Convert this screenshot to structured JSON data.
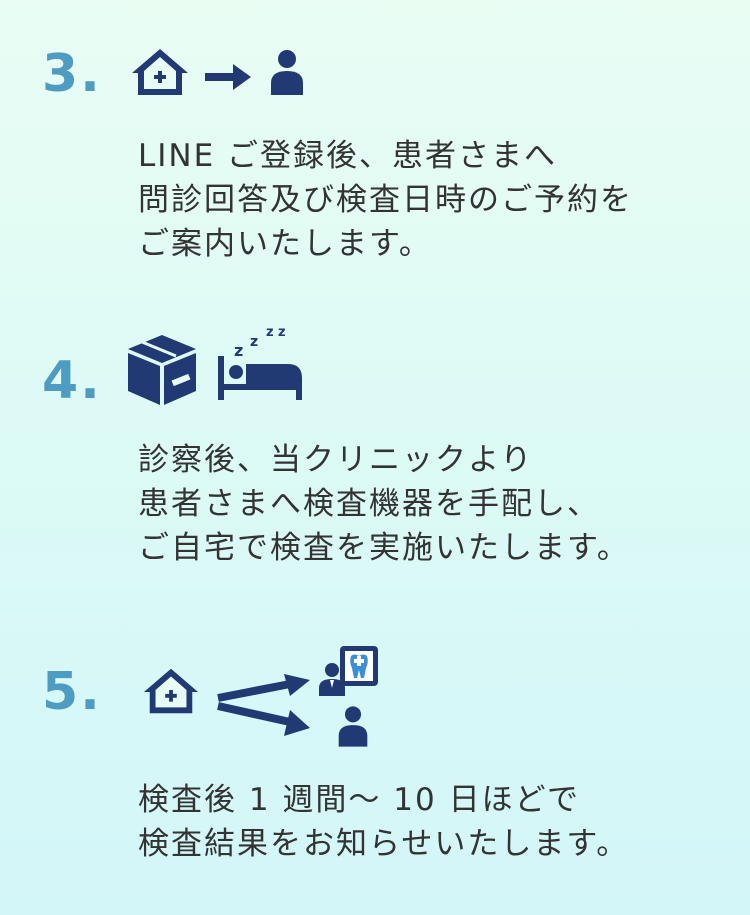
{
  "colors": {
    "number": "#4f9cc2",
    "icon": "#213a73",
    "text": "#333333",
    "tooth": "#3b8fd4"
  },
  "steps": [
    {
      "number": "3.",
      "icons": [
        "hospital-icon",
        "arrow-right-icon",
        "person-icon"
      ],
      "lines": [
        "LINE ご登録後、患者さまへ",
        "問診回答及び検査日時のご予約を",
        "ご案内いたします。"
      ]
    },
    {
      "number": "4.",
      "icons": [
        "package-box-icon",
        "sleeping-bed-icon"
      ],
      "lines": [
        "診察後、当クリニックより",
        "患者さまへ検査機器を手配し、",
        "ご自宅で検査を実施いたします。"
      ]
    },
    {
      "number": "5.",
      "icons": [
        "hospital-icon",
        "double-arrow-icon",
        "dentist-icon",
        "person-icon"
      ],
      "lines": [
        "検査後 1 週間～ 10 日ほどで",
        "検査結果をお知らせいたします。"
      ]
    }
  ]
}
